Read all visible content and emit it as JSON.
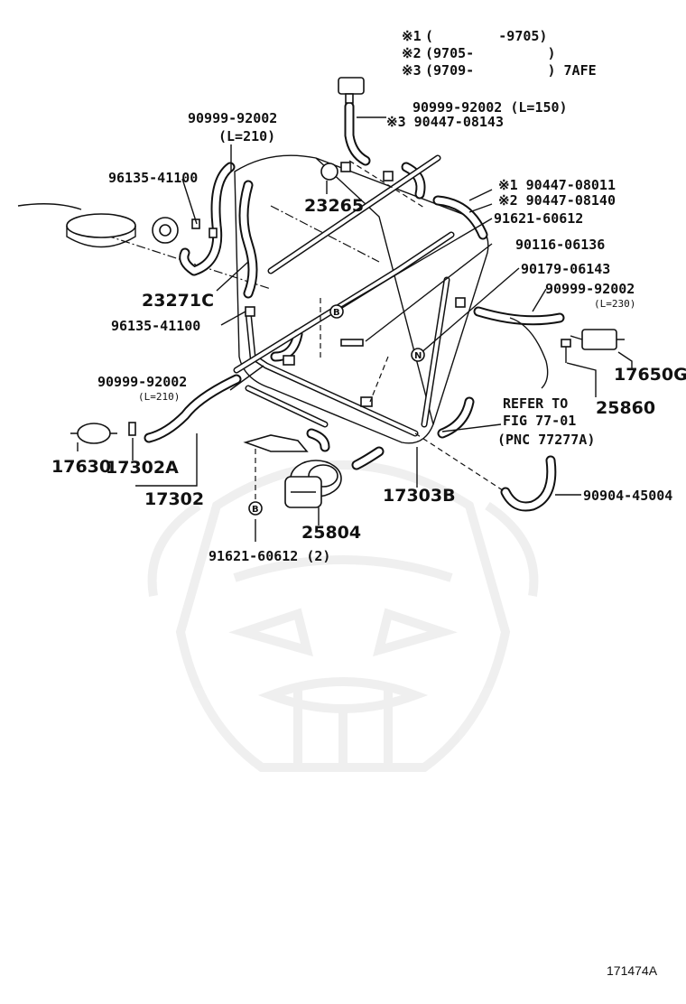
{
  "notes": [
    {
      "mark": "※1",
      "text": "(        -9705)"
    },
    {
      "mark": "※2",
      "text": "(9705-         )"
    },
    {
      "mark": "※3",
      "text": "(9709-         ) 7AFE"
    }
  ],
  "labels": {
    "l_90999_92002_150": "90999-92002 (L=150)",
    "l_90447_08143": "※3 90447-08143",
    "l_90999_92002_210_top": "90999-92002",
    "l_L210_top": "(L=210)",
    "l_96135_41100_top": "96135-41100",
    "l_23265": "23265",
    "l_90447_08011": "※1 90447-08011",
    "l_90447_08140": "※2 90447-08140",
    "l_91621_60612": "91621-60612",
    "l_90116_06136": "90116-06136",
    "l_90179_06143": "90179-06143",
    "l_90999_92002_230": "90999-92002",
    "l_L230": "(L=230)",
    "l_23271C": "23271C",
    "l_96135_41100_mid": "96135-41100",
    "l_17650G": "17650G",
    "l_90999_92002_210_left": "90999-92002",
    "l_L210_left": "(L=210)",
    "l_25860": "25860",
    "l_refer1": "REFER TO",
    "l_refer2": "FIG 77-01",
    "l_refer3": "(PNC 77277A)",
    "l_17630": "17630",
    "l_17302A": "17302A",
    "l_17302": "17302",
    "l_17303B": "17303B",
    "l_90904_45004": "90904-45004",
    "l_25804": "25804",
    "l_91621_60612_2": "91621-60612 (2)",
    "circle_b1": "B",
    "circle_n": "N",
    "circle_b2": "B",
    "figure_id": "171474A"
  }
}
